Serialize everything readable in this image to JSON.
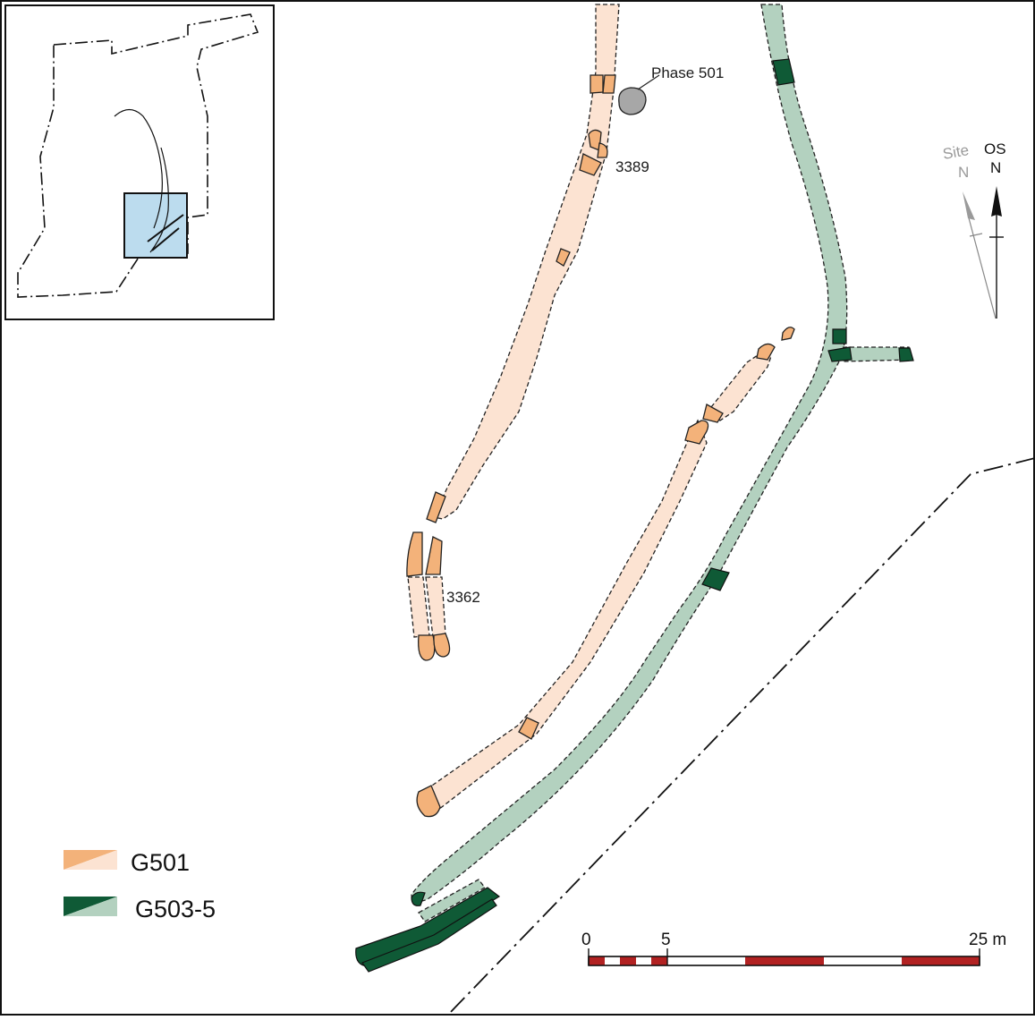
{
  "labels": {
    "phase": "Phase 501",
    "feature_a": "3389",
    "feature_b": "3362"
  },
  "north_arrows": {
    "site_label_1": "Site",
    "site_label_2": "N",
    "os_label_1": "OS",
    "os_label_2": "N"
  },
  "legend": {
    "items": [
      {
        "label": "G501",
        "color_dark": "#f3b27a",
        "color_light": "#fce3d2"
      },
      {
        "label": "G503-5",
        "color_dark": "#0f5a36",
        "color_light": "#b3d1bf"
      }
    ]
  },
  "scale_bar": {
    "tick_0": "0",
    "tick_1": "5",
    "tick_2": "25 m",
    "color_red": "#b22222"
  },
  "colors": {
    "inset_fill": "#bcdcee",
    "phase_feature": "#a7a7a7",
    "outline": "#1a1a1a"
  }
}
